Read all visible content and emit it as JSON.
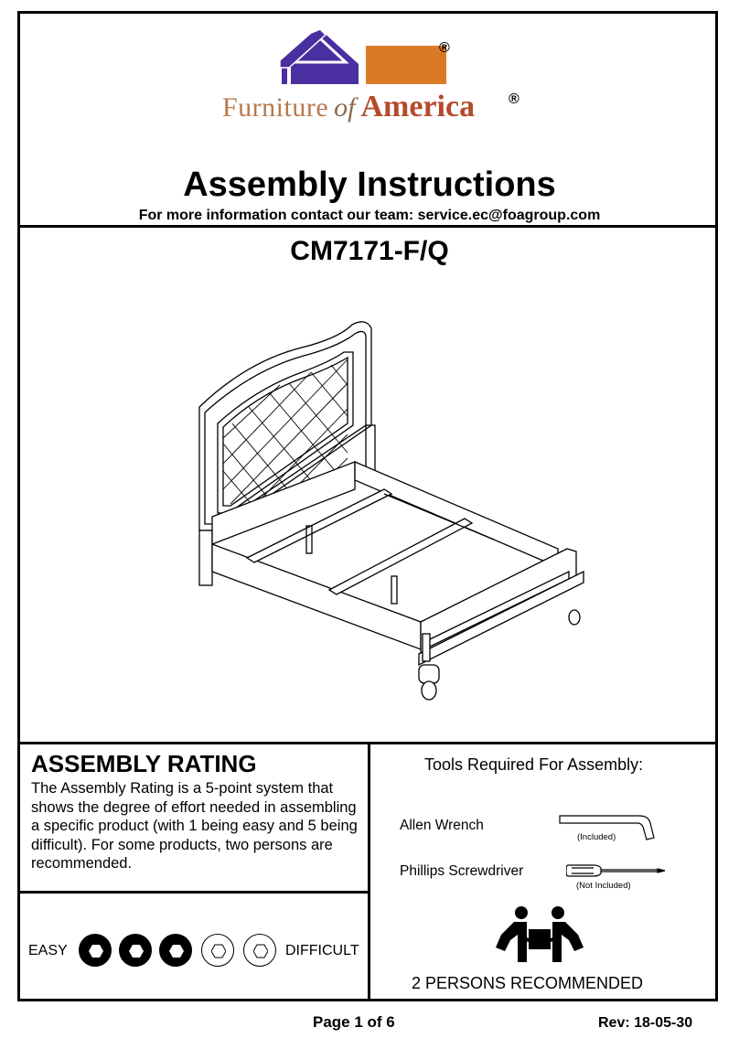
{
  "brand": {
    "name_part1": "Furniture",
    "name_part2": "of",
    "name_part3": "America",
    "registered_mark": "®",
    "colors": {
      "roof_blue": "#4a2fa0",
      "roof_orange": "#d97a26",
      "text_brown": "#b8784a",
      "text_red": "#b54a2b"
    }
  },
  "header": {
    "title": "Assembly  Instructions",
    "contact": "For more information contact our team: service.ec@foagroup.com"
  },
  "product": {
    "model": "CM7171-F/Q",
    "illustration": "bed-line-drawing"
  },
  "rating": {
    "heading": "ASSEMBLY  RATING",
    "description": "The Assembly Rating is a 5-point system that shows the degree of effort needed in assembling a specific product (with 1 being easy and 5 being difficult).  For some products, two persons are recommended.",
    "easy_label": "EASY",
    "difficult_label": "DIFFICULT",
    "level": 3,
    "max": 5
  },
  "tools": {
    "heading": "Tools Required For Assembly:",
    "items": [
      {
        "name": "Allen Wrench",
        "note": "(Included)",
        "icon": "allen-wrench-icon"
      },
      {
        "name": "Phillips Screwdriver",
        "note": "(Not Included)",
        "icon": "screwdriver-icon"
      }
    ],
    "persons_label": "2 PERSONS RECOMMENDED",
    "persons_icon": "two-persons-lifting-icon"
  },
  "footer": {
    "page": "Page 1 of  6",
    "revision": "Rev: 18-05-30"
  }
}
